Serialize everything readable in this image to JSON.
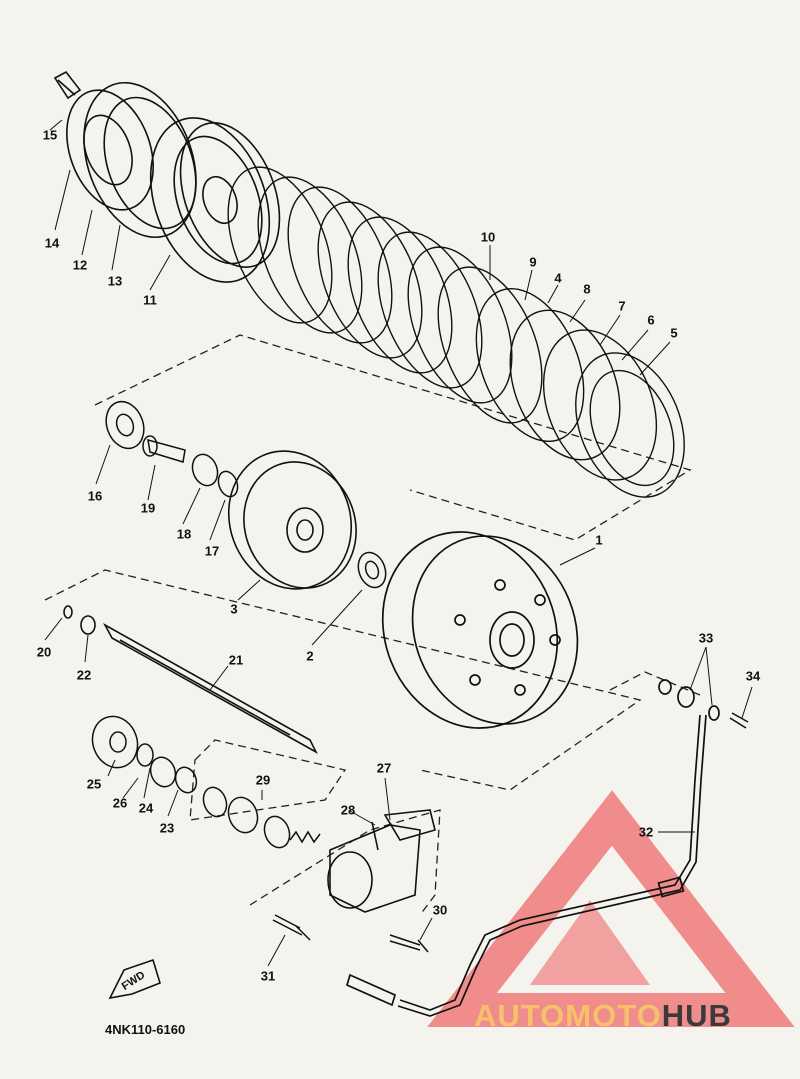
{
  "diagram": {
    "part_code": "4NK110-6160",
    "fwd_label": "FWD",
    "watermark": {
      "part1": "AUTOMOTO",
      "part2": "HUB",
      "color_primary": "#ef6b6b",
      "color_secondary": "#3a3a3a"
    },
    "callouts": [
      "1",
      "2",
      "3",
      "4",
      "5",
      "6",
      "7",
      "8",
      "9",
      "10",
      "11",
      "12",
      "13",
      "14",
      "15",
      "16",
      "17",
      "18",
      "19",
      "20",
      "21",
      "22",
      "23",
      "24",
      "25",
      "26",
      "27",
      "28",
      "29",
      "30",
      "31",
      "32",
      "33",
      "34"
    ]
  }
}
